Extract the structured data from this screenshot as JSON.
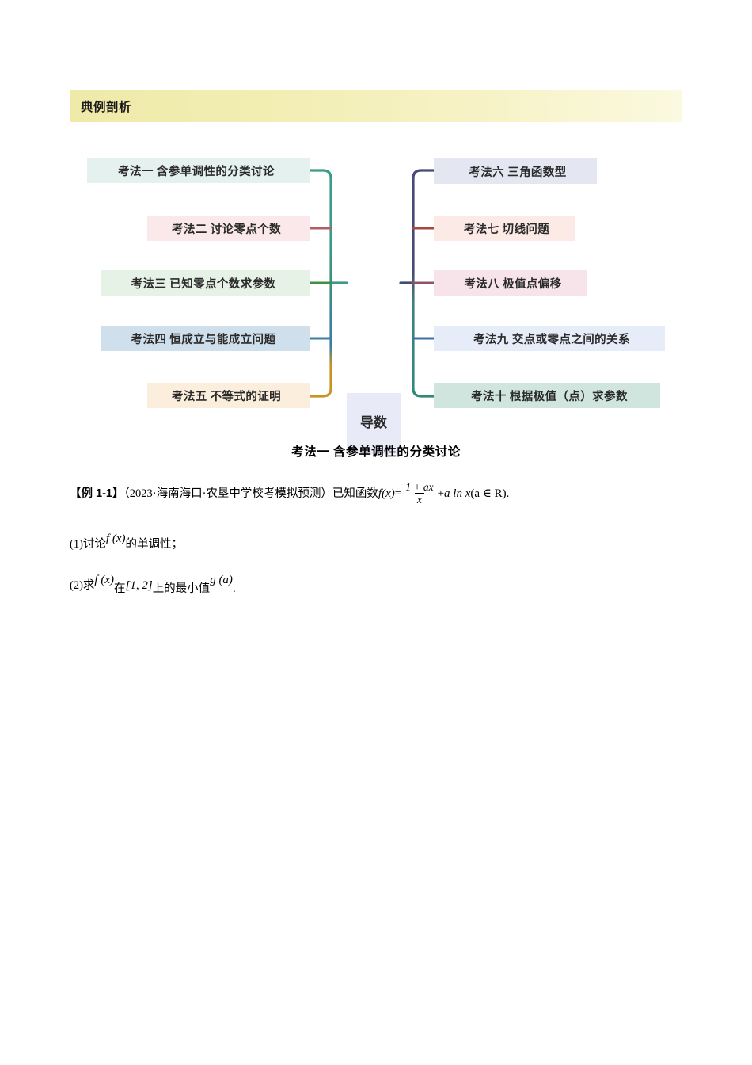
{
  "banner": {
    "title": "典例剖析"
  },
  "mindmap": {
    "center": {
      "label": "导数",
      "bg": "#e8eaf8"
    },
    "left_branches": [
      {
        "label": "考法一  含参单调性的分类讨论",
        "bg": "#e4f1ee",
        "accent": "#3e9b8a"
      },
      {
        "label": "考法二  讨论零点个数",
        "bg": "#fae8ea",
        "accent": "#b05d63"
      },
      {
        "label": "考法三  已知零点个数求参数",
        "bg": "#e6f2e5",
        "accent": "#3f8f46"
      },
      {
        "label": "考法四  恒成立与能成立问题",
        "bg": "#cfdfec",
        "accent": "#3b7fa3"
      },
      {
        "label": "考法五  不等式的证明",
        "bg": "#fbeedd",
        "accent": "#c89425"
      }
    ],
    "right_branches": [
      {
        "label": "考法六   三角函数型",
        "bg": "#e4e7f2",
        "accent": "#464a77"
      },
      {
        "label": "考法七  切线问题",
        "bg": "#fbeae6",
        "accent": "#a8473a"
      },
      {
        "label": "考法八  极值点偏移",
        "bg": "#f7e4ea",
        "accent": "#91536a"
      },
      {
        "label": "考法九   交点或零点之间的关系",
        "bg": "#e6ecf8",
        "accent": "#3f6fa3"
      },
      {
        "label": "考法十  根据极值（点）求参数",
        "bg": "#cfe5dd",
        "accent": "#2e8b7a"
      }
    ]
  },
  "section": {
    "heading": "考法一  含参单调性的分类讨论"
  },
  "example": {
    "label": "【例 1-1】",
    "source": "（2023·海南海口·农垦中学校考模拟预测）",
    "lead": "已知函数",
    "formula": {
      "f": "f",
      "x1": "(x)",
      "eq": "=",
      "num": "1 + ax",
      "den": "x",
      "plus": "+",
      "alnx": "a ln x",
      "cond": "(a ∈ R)",
      "period": "."
    },
    "sub1": {
      "index": "(1)",
      "verb": "讨论",
      "fx": "f (x)",
      "tail": "的单调性；"
    },
    "sub2": {
      "index": "(2)",
      "verb": "求",
      "fx": "f (x)",
      "at": "在",
      "interval": "[1, 2]",
      "mid": "上的最小值",
      "ga": "g (a)",
      "period": "."
    }
  }
}
